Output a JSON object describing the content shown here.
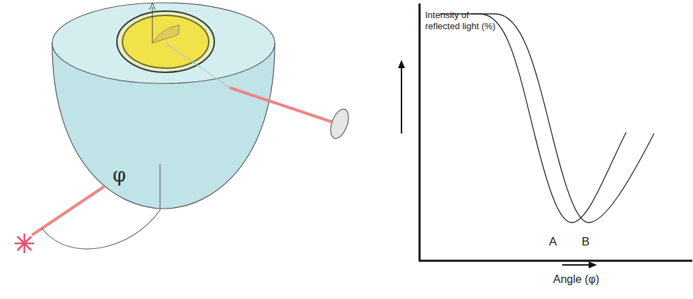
{
  "diagram": {
    "labels": [
      "φ",
      "Intensity of reflected light (%)",
      "A",
      "B",
      "Angle (φ)"
    ]
  }
}
